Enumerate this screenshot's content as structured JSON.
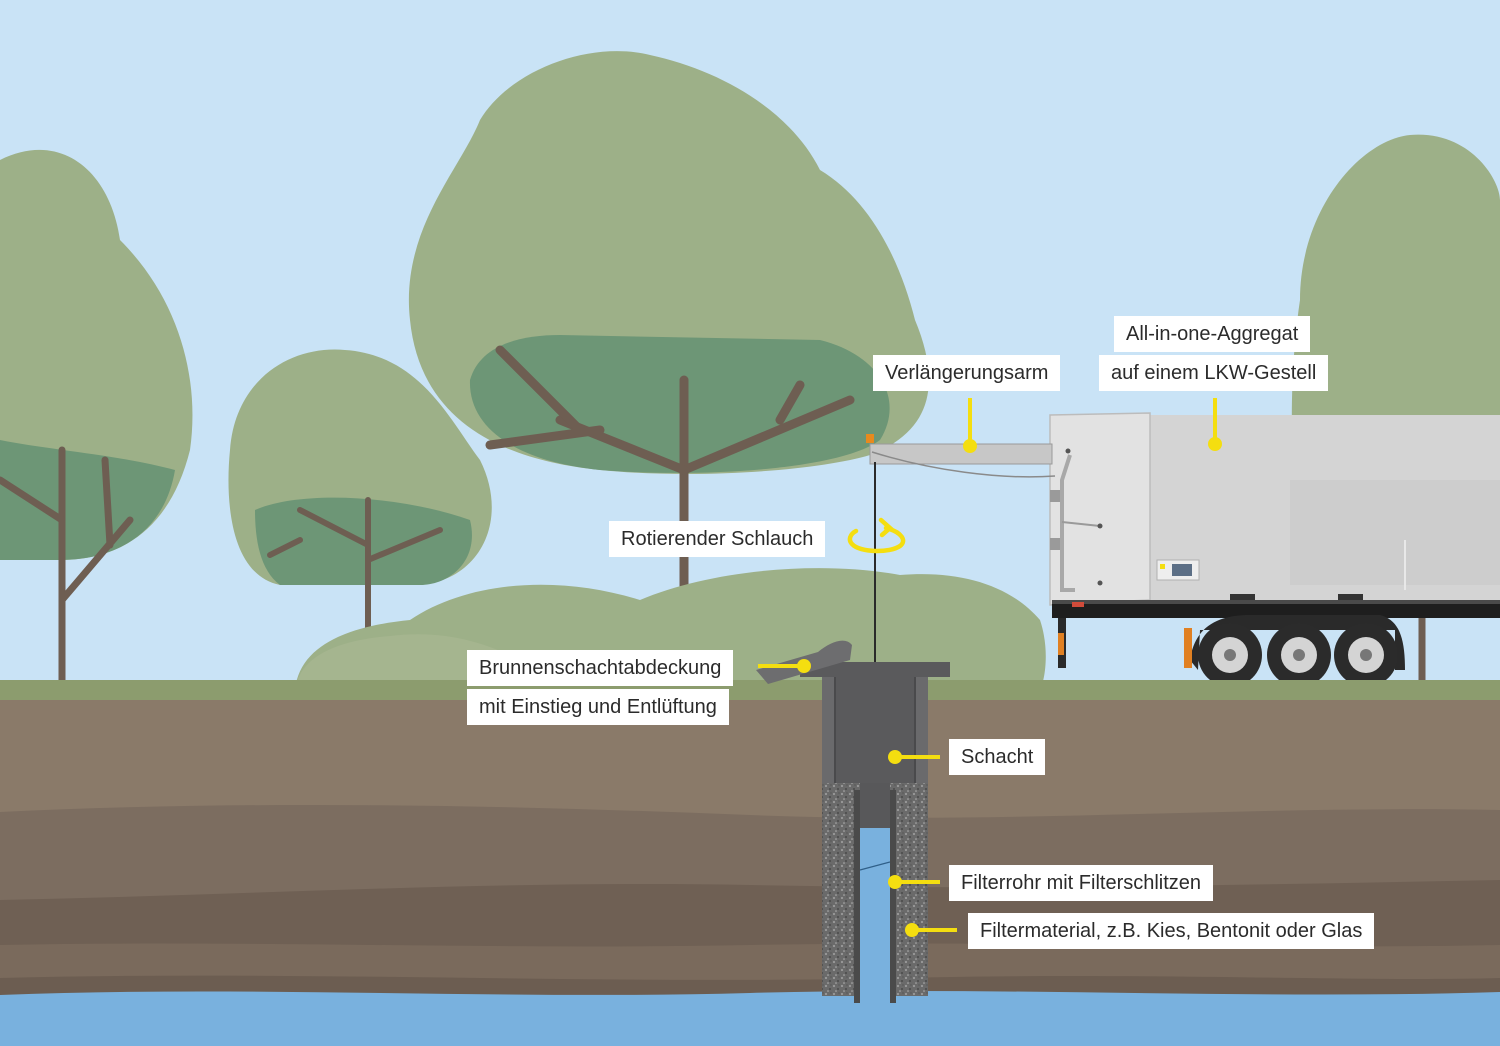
{
  "labels": {
    "verlaengerungsarm": "Verlängerungsarm",
    "aggregat_line1": "All-in-one-Aggregat",
    "aggregat_line2": "auf einem LKW-Gestell",
    "rotierender_schlauch": "Rotierender Schlauch",
    "abdeckung_line1": "Brunnenschachtabdeckung",
    "abdeckung_line2": "mit Einstieg und Entlüftung",
    "schacht": "Schacht",
    "filterrohr": "Filterrohr mit Filterschlitzen",
    "filtermaterial": "Filtermaterial, z.B. Kies, Bentonit oder Glas"
  },
  "colors": {
    "sky": "#c9e3f6",
    "foliage": "#9db088",
    "foliage_dark": "#6d9676",
    "trunk": "#6e5e52",
    "grass": "#8c9c6e",
    "soil_top": "#8a7a69",
    "soil_mid": "#7c6d60",
    "soil_deep": "#6f6054",
    "groundwater": "#79b1de",
    "shaft": "#555557",
    "marker": "#f4de10",
    "truck_body": "#dedede"
  },
  "icons": [
    "rotation-arrow-icon",
    "wheel-icon",
    "warning-light-icon"
  ]
}
